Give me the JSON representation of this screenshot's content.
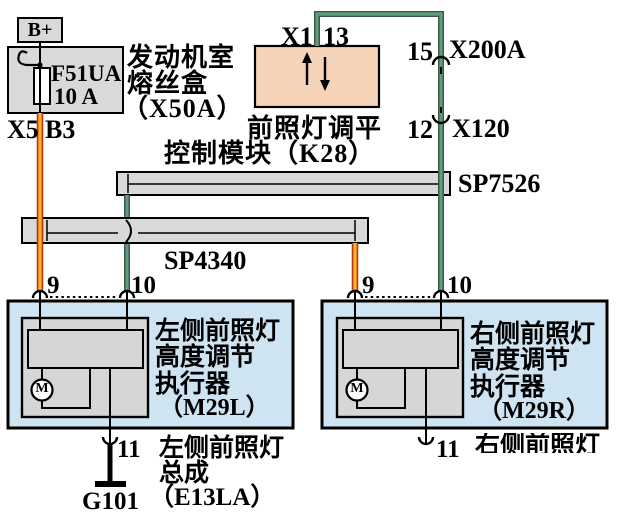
{
  "power": {
    "battery": "B+",
    "fuse_id": "F51UA",
    "fuse_rating": "10 A",
    "box_label_1": "发动机室",
    "box_label_2": "熔丝盒",
    "box_label_3": "（X50A）",
    "conn_left": "X5",
    "conn_right": "B3"
  },
  "module": {
    "conn": "X1",
    "pin": "13",
    "label_1": "前照灯调平",
    "label_2": "控制模块（K28）"
  },
  "inline_connectors": {
    "c1_pin": "15",
    "c1_name": "X200A",
    "c2_pin": "12",
    "c2_name": "X120"
  },
  "splices": {
    "sp1": "SP7526",
    "sp2": "SP4340"
  },
  "left_actuator": {
    "pin_a": "9",
    "pin_b": "10",
    "label_1": "左侧前照灯",
    "label_2": "高度调节",
    "label_3": "执行器",
    "label_4": "（M29L）",
    "motor": "M",
    "out_pin": "11"
  },
  "right_actuator": {
    "pin_a": "9",
    "pin_b": "10",
    "label_1": "右侧前照灯",
    "label_2": "高度调节",
    "label_3": "执行器",
    "label_4": "（M29R）",
    "motor": "M",
    "out_pin": "11"
  },
  "bottom_left": {
    "assembly_1": "左侧前照灯",
    "assembly_2": "总成",
    "assembly_3": "（E13LA）",
    "ground": "G101"
  },
  "bottom_right": {
    "pin": "11",
    "label": "右侧前照灯"
  },
  "colors": {
    "power_wire_outer": "#a02310",
    "power_wire": "#f07c1a",
    "power_wire_core": "#f6c330",
    "signal_wire_outer": "#3a5646",
    "signal_wire": "#619d7c",
    "module_fill": "#f5d3b8",
    "actuator_fill": "#cfe4f2",
    "box_fill": "#d9d9d9"
  }
}
